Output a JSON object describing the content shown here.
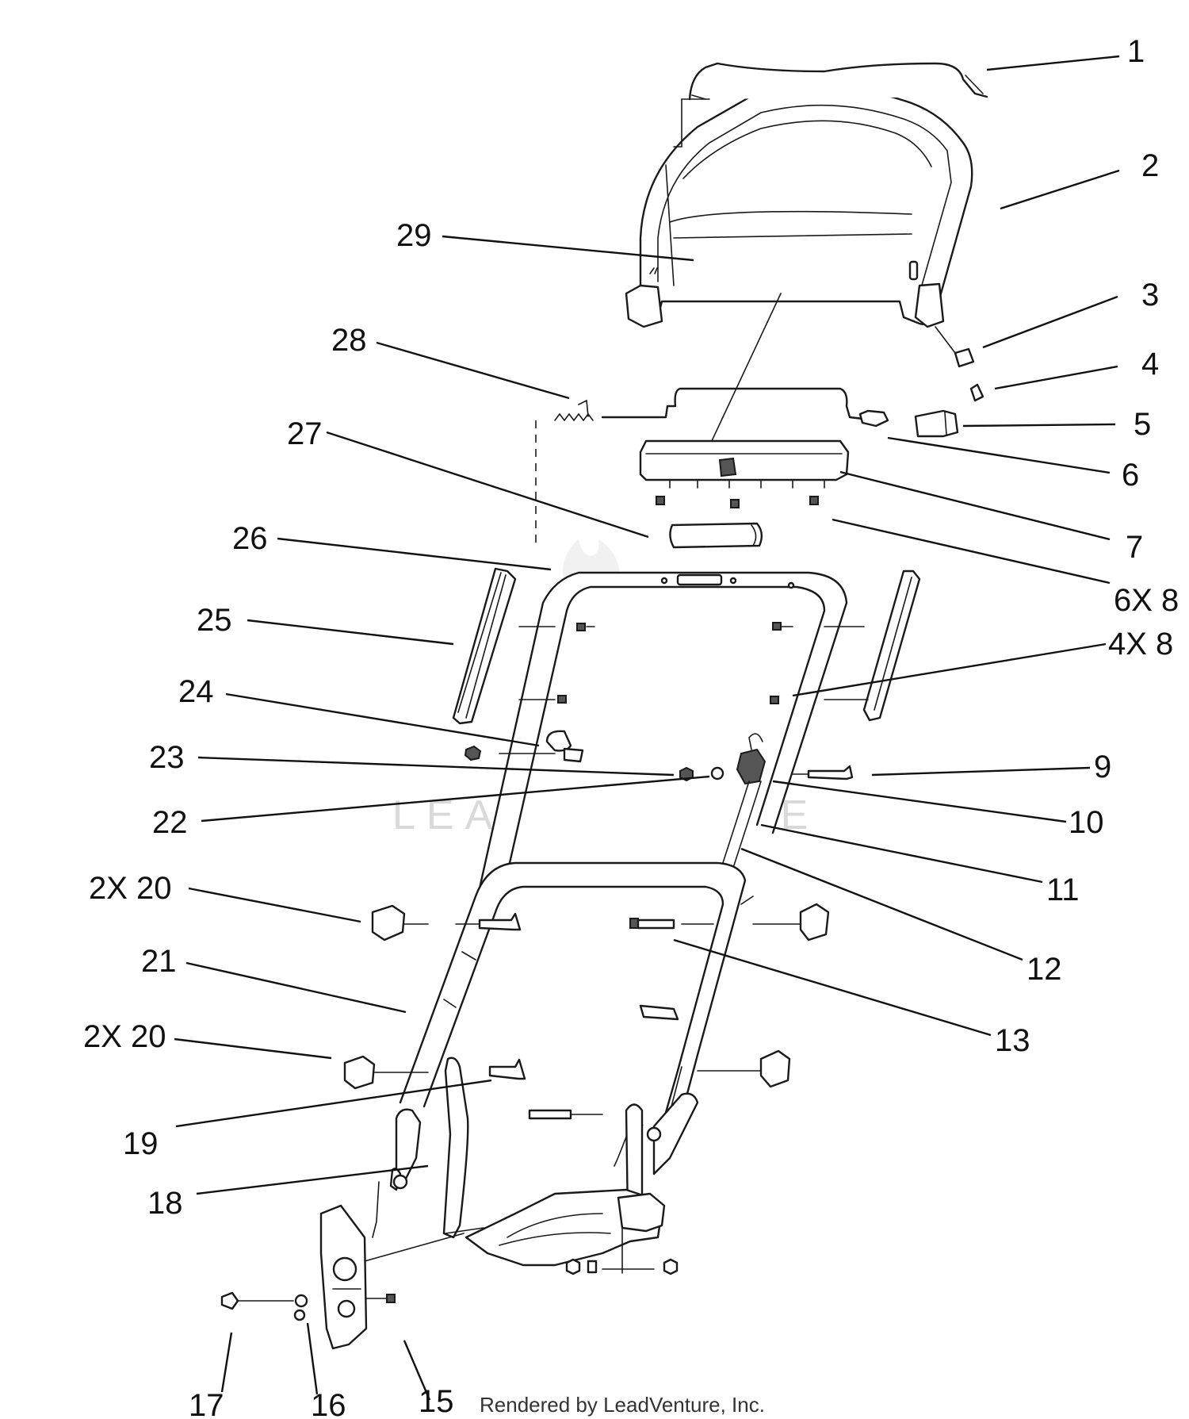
{
  "callouts": {
    "c1": "1",
    "c2": "2",
    "c3": "3",
    "c4": "4",
    "c5": "5",
    "c6": "6",
    "c7": "7",
    "c6x8": "6X 8",
    "c4x8": "4X 8",
    "c9": "9",
    "c10": "10",
    "c11": "11",
    "c12": "12",
    "c13": "13",
    "c15": "15",
    "c16": "16",
    "c17": "17",
    "c18": "18",
    "c19": "19",
    "c2x20a": "2X 20",
    "c21": "21",
    "c2x20b": "2X 20",
    "c22": "22",
    "c23": "23",
    "c24": "24",
    "c25": "25",
    "c26": "26",
    "c27": "27",
    "c28": "28",
    "c29": "29"
  },
  "watermark": "LEADVENTURE",
  "credit": "Rendered by LeadVenture, Inc."
}
